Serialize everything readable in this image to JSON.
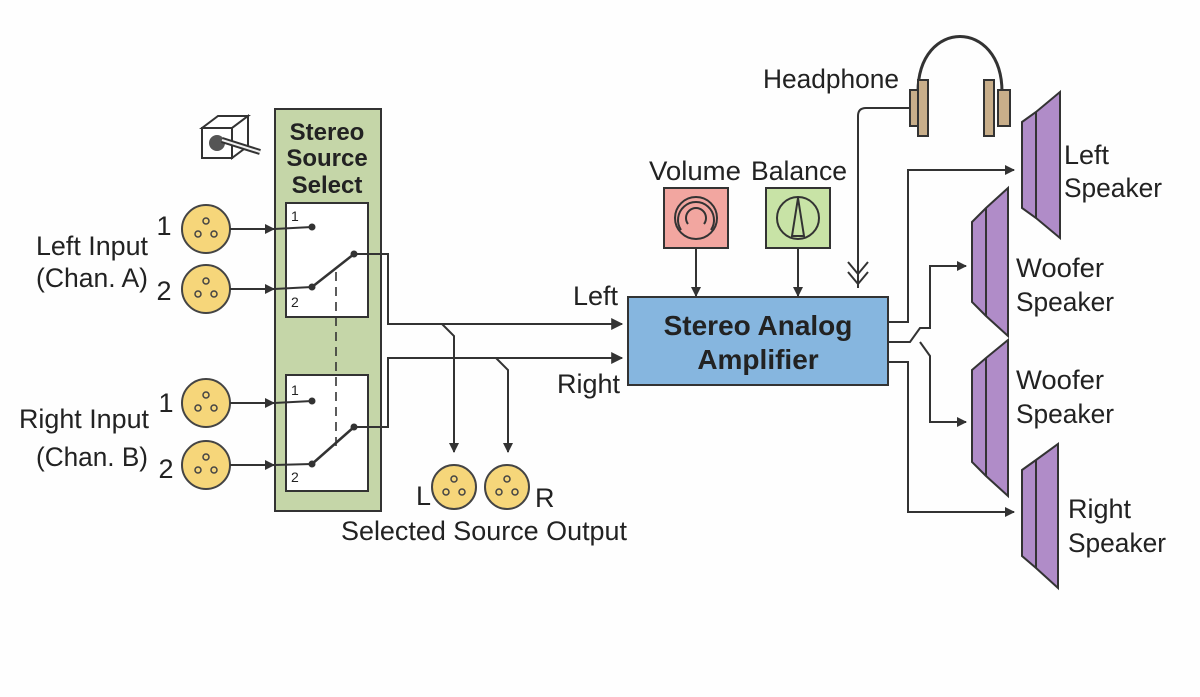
{
  "selector": {
    "title": [
      "Stereo",
      "Source",
      "Select"
    ],
    "positions": [
      "1",
      "2"
    ]
  },
  "inputs": {
    "left": {
      "label": [
        "Left Input",
        "(Chan. A)"
      ],
      "numbers": [
        "1",
        "2"
      ]
    },
    "right": {
      "label": [
        "Right Input",
        "(Chan. B)"
      ],
      "numbers": [
        "1",
        "2"
      ]
    }
  },
  "output": {
    "l": "L",
    "r": "R",
    "label": "Selected Source Output"
  },
  "amplifier": {
    "label": [
      "Stereo Analog",
      "Amplifier"
    ],
    "in_left": "Left",
    "in_right": "Right"
  },
  "controls": {
    "volume": "Volume",
    "balance": "Balance",
    "headphone": "Headphone"
  },
  "speakers": {
    "left": [
      "Left",
      "Speaker"
    ],
    "woofer1": [
      "Woofer",
      "Speaker"
    ],
    "woofer2": [
      "Woofer",
      "Speaker"
    ],
    "right": [
      "Right",
      "Speaker"
    ]
  },
  "colors": {
    "selector_fill": "#c5d6a8",
    "amp_fill": "#86b6df",
    "volume_fill": "#f2a6a0",
    "balance_fill": "#c8e3a6",
    "xlr_fill": "#f6d67a",
    "speaker_fill": "#b08cc8",
    "headphone_fill": "#c8ae8a"
  }
}
